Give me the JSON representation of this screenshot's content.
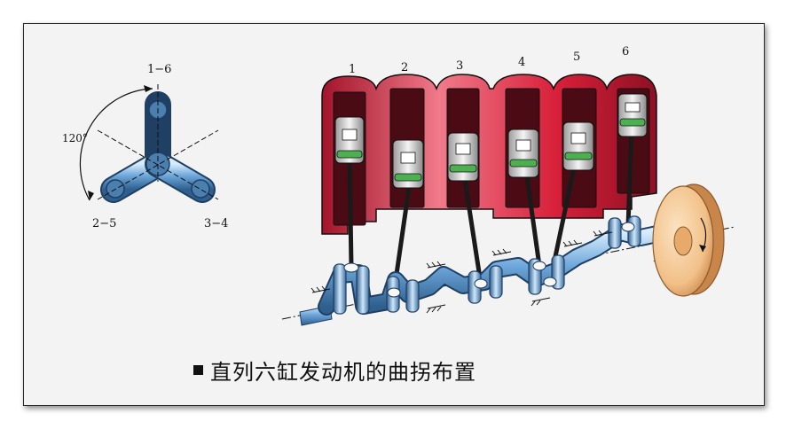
{
  "crank_diagram": {
    "label_top": "1−6",
    "label_left": "2−5",
    "label_right": "3−4",
    "angle": "120°"
  },
  "cylinders": [
    "1",
    "2",
    "3",
    "4",
    "5",
    "6"
  ],
  "caption": "直列六缸发动机的曲拐布置",
  "colors": {
    "cylinder": "#d8203a",
    "crank": "#6fa8dc",
    "flywheel": "#f2c088",
    "ring": "#4caf50"
  }
}
